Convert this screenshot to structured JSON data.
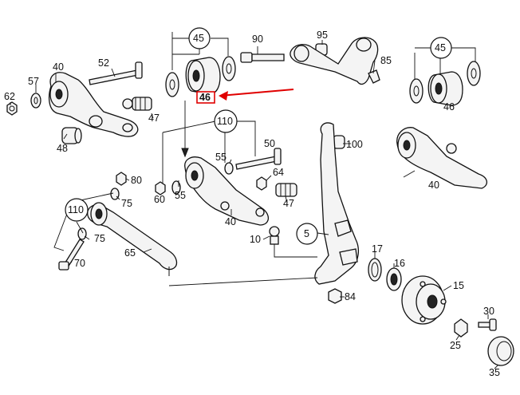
{
  "labels": {
    "l5": "5",
    "l10": "10",
    "l15": "15",
    "l16": "16",
    "l17": "17",
    "l25": "25",
    "l30": "30",
    "l35": "35",
    "l40a": "40",
    "l40b": "40",
    "l40c": "40",
    "l45a": "45",
    "l45b": "45",
    "l46a": "46",
    "l46b": "46",
    "l47a": "47",
    "l47b": "47",
    "l48": "48",
    "l50": "50",
    "l52": "52",
    "l55a": "55",
    "l55b": "55",
    "l57": "57",
    "l60": "60",
    "l62": "62",
    "l64": "64",
    "l65": "65",
    "l70": "70",
    "l75a": "75",
    "l75b": "75",
    "l80": "80",
    "l84": "84",
    "l85": "85",
    "l90": "90",
    "l95": "95",
    "l100": "100",
    "l110a": "110",
    "l110b": "110"
  },
  "highlight": {
    "part": "46",
    "color": "#e00000"
  }
}
